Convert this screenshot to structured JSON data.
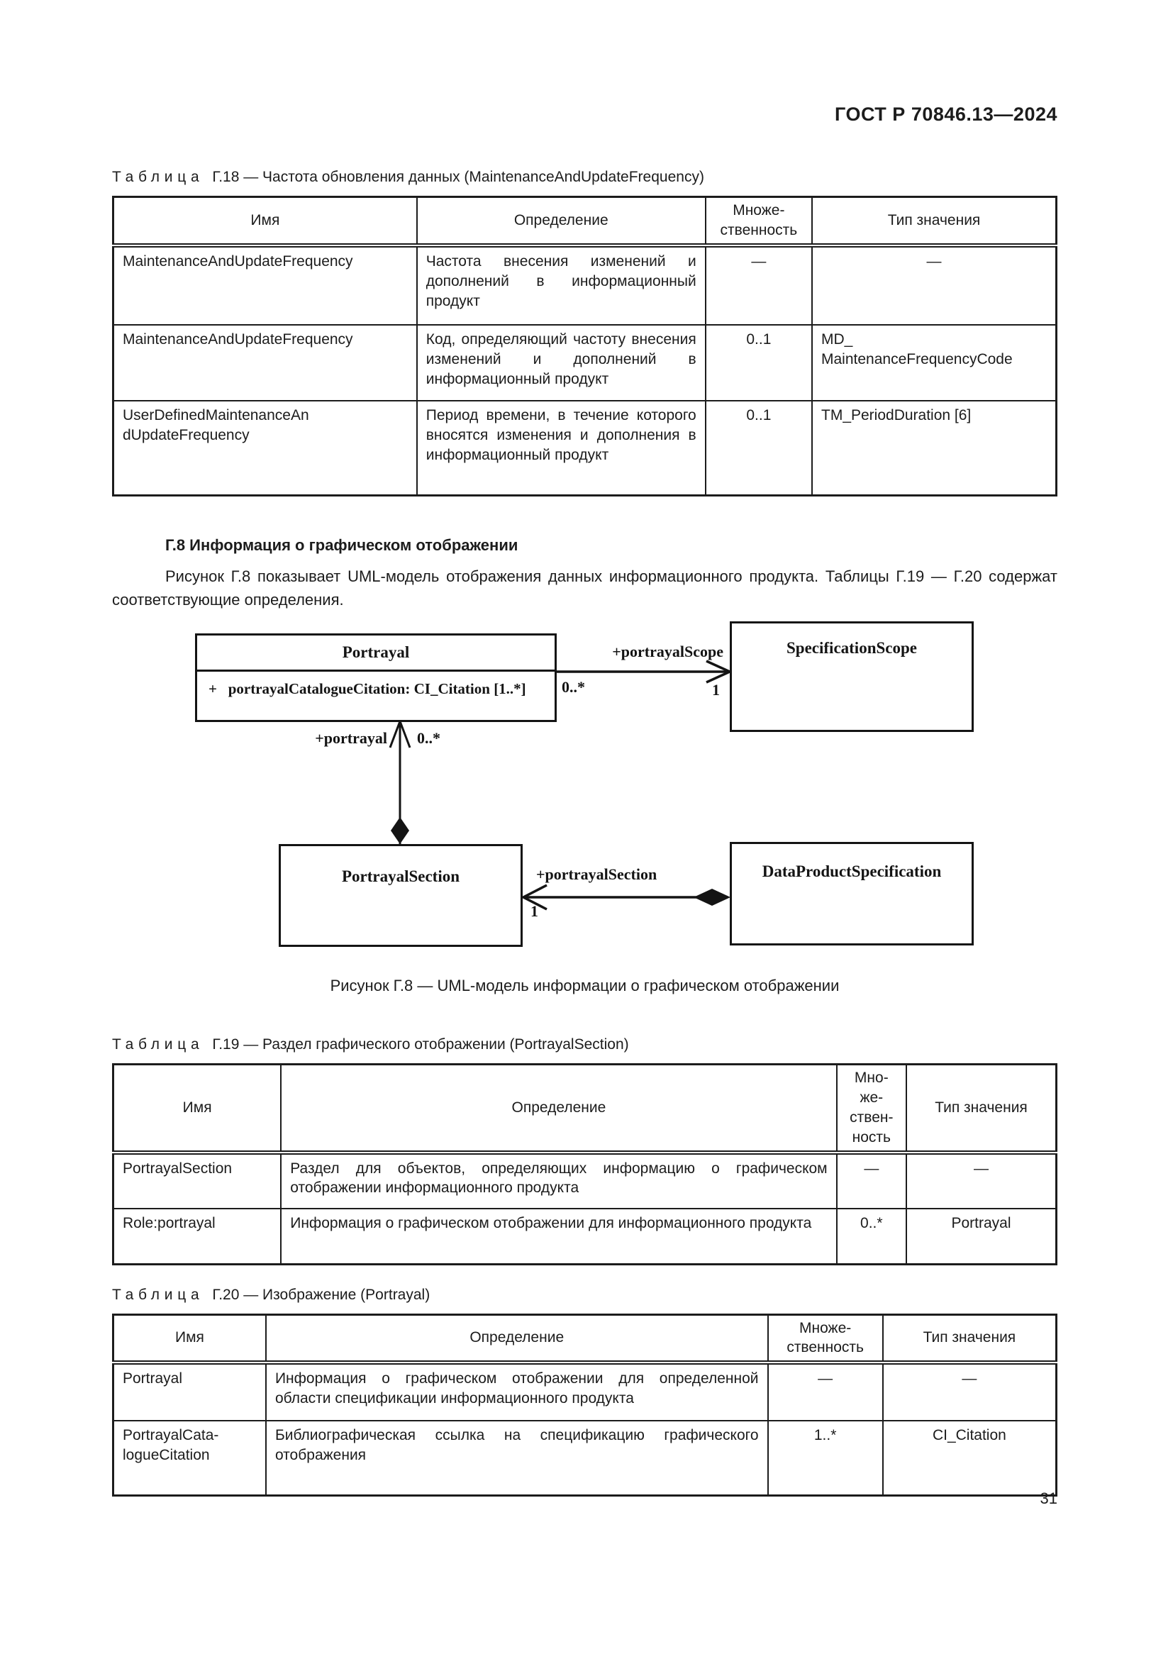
{
  "page": {
    "header_title": "ГОСТ Р 70846.13—2024",
    "page_number": "31"
  },
  "table_g18": {
    "caption_word": "Таблица",
    "caption_rest": "Г.18 — Частота обновления данных (MaintenanceAndUpdateFrequency)",
    "col_name": "Имя",
    "col_def": "Определение",
    "col_mult": "Множе-\nственность",
    "col_type": "Тип значения",
    "rows": [
      {
        "name": "MaintenanceAndUpdateFrequency",
        "def": "Частота внесения изменений и дополнений в информационный продукт",
        "mult": "—",
        "type": "—"
      },
      {
        "name": "MaintenanceAndUpdateFrequency",
        "def": "Код, определяющий частоту внесения изменений и дополнений в информационный продукт",
        "mult": "0..1",
        "type": "MD_\nMaintenanceFrequencyCode"
      },
      {
        "name": "UserDefinedMaintenanceAn\ndUpdateFrequency",
        "def": "Период времени, в течение которого вносятся изменения и дополнения в информационный продукт",
        "mult": "0..1",
        "type": "TM_PeriodDuration [6]"
      }
    ]
  },
  "section_g8": {
    "heading": "Г.8 Информация о графическом отображении",
    "paragraph": "Рисунок Г.8 показывает UML-модель отображения данных информационного продукта. Таблицы Г.19 — Г.20 содержат соответствующие определения."
  },
  "diagram": {
    "portrayal": {
      "title": "Portrayal",
      "attribute": "+   portrayalCatalogueCitation: CI_Citation [1..*]"
    },
    "specification_scope": {
      "title": "SpecificationScope"
    },
    "portrayal_section": {
      "title": "PortrayalSection"
    },
    "data_product_specification": {
      "title": "DataProductSpecification"
    },
    "assoc_scope": {
      "label": "+portrayalScope",
      "mult_near": "0..*",
      "mult_far": "1"
    },
    "assoc_portrayal": {
      "label": "+portrayal",
      "mult": "0..*"
    },
    "assoc_section": {
      "label": "+portrayalSection",
      "mult": "1"
    },
    "caption": "Рисунок Г.8 — UML-модель информации о графическом отображении"
  },
  "table_g19": {
    "caption_word": "Таблица",
    "caption_rest": "Г.19 — Раздел графического отображении (PortrayalSection)",
    "col_name": "Имя",
    "col_def": "Определение",
    "col_mult": "Мно-\nже-\nствен-\nность",
    "col_type": "Тип значения",
    "rows": [
      {
        "name": "PortrayalSection",
        "def": "Раздел для объектов, определяющих информацию о графическом отображении информационного продукта",
        "mult": "—",
        "type": "—"
      },
      {
        "name": "Role:portrayal",
        "def": "Информация о графическом отображении для информационного продукта",
        "mult": "0..*",
        "type": "Portrayal"
      }
    ]
  },
  "table_g20": {
    "caption_word": "Таблица",
    "caption_rest": "Г.20 — Изображение (Portrayal)",
    "col_name": "Имя",
    "col_def": "Определение",
    "col_mult": "Множе-\nственность",
    "col_type": "Тип значения",
    "rows": [
      {
        "name": "Portrayal",
        "def": "Информация о графическом отображении для определенной области спецификации информационного продукта",
        "mult": "—",
        "type": "—"
      },
      {
        "name": "PortrayalCata-\nlogueCitation",
        "def": "Библиографическая ссылка на спецификацию графического отображения",
        "mult": "1..*",
        "type": "CI_Citation"
      }
    ]
  }
}
